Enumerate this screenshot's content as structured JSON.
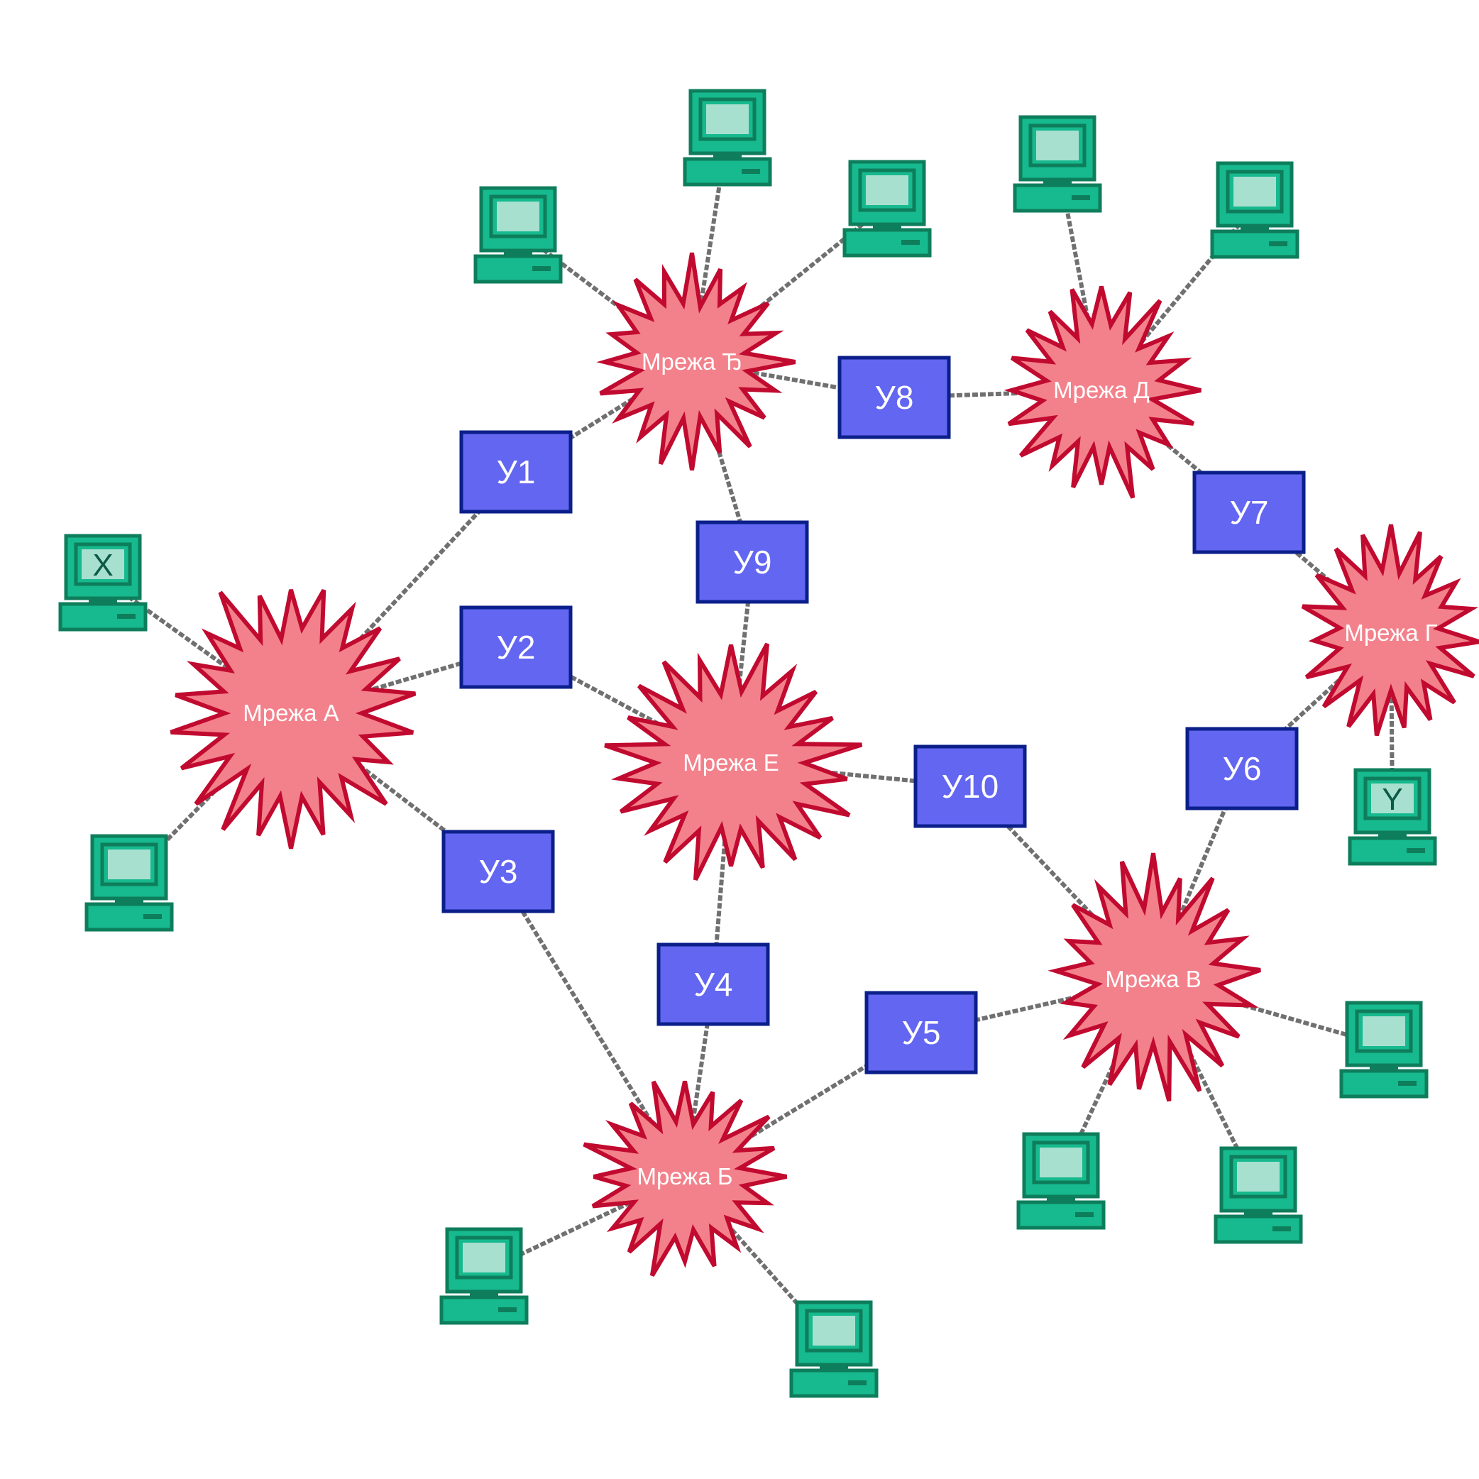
{
  "colors": {
    "network_fill": "#f3818b",
    "network_stroke": "#c10a2f",
    "router_fill": "#6366f1",
    "router_stroke": "#0b1f8a",
    "host_body": "#17b98e",
    "host_dark": "#0e7d5b",
    "host_screen": "#a8e0cf",
    "link": "#707070"
  },
  "networks": [
    {
      "id": "A",
      "label": "Мрежа А"
    },
    {
      "id": "B",
      "label": "Мрежа Б"
    },
    {
      "id": "V",
      "label": "Мрежа В"
    },
    {
      "id": "G",
      "label": "Мрежа Г"
    },
    {
      "id": "D",
      "label": "Мрежа Д"
    },
    {
      "id": "DJ",
      "label": "Мрежа Ђ"
    },
    {
      "id": "E",
      "label": "Мрежа Е"
    }
  ],
  "routers": [
    {
      "id": "U1",
      "label": "У1"
    },
    {
      "id": "U2",
      "label": "У2"
    },
    {
      "id": "U3",
      "label": "У3"
    },
    {
      "id": "U4",
      "label": "У4"
    },
    {
      "id": "U5",
      "label": "У5"
    },
    {
      "id": "U6",
      "label": "У6"
    },
    {
      "id": "U7",
      "label": "У7"
    },
    {
      "id": "U8",
      "label": "У8"
    },
    {
      "id": "U9",
      "label": "У9"
    },
    {
      "id": "U10",
      "label": "У10"
    }
  ],
  "hosts": [
    {
      "id": "hX",
      "label": "X",
      "network": "A"
    },
    {
      "id": "hA2",
      "label": "",
      "network": "A"
    },
    {
      "id": "hDJ1",
      "label": "",
      "network": "DJ"
    },
    {
      "id": "hDJ2",
      "label": "",
      "network": "DJ"
    },
    {
      "id": "hDJ3",
      "label": "",
      "network": "DJ"
    },
    {
      "id": "hD1",
      "label": "",
      "network": "D"
    },
    {
      "id": "hD2",
      "label": "",
      "network": "D"
    },
    {
      "id": "hY",
      "label": "Y",
      "network": "G"
    },
    {
      "id": "hB1",
      "label": "",
      "network": "B"
    },
    {
      "id": "hB2",
      "label": "",
      "network": "B"
    },
    {
      "id": "hV1",
      "label": "",
      "network": "V"
    },
    {
      "id": "hV2",
      "label": "",
      "network": "V"
    },
    {
      "id": "hV3",
      "label": "",
      "network": "V"
    }
  ],
  "links": [
    [
      "A",
      "U1"
    ],
    [
      "A",
      "U2"
    ],
    [
      "A",
      "U3"
    ],
    [
      "U1",
      "DJ"
    ],
    [
      "U2",
      "E"
    ],
    [
      "U3",
      "B"
    ],
    [
      "DJ",
      "U8"
    ],
    [
      "U8",
      "D"
    ],
    [
      "DJ",
      "U9"
    ],
    [
      "U9",
      "E"
    ],
    [
      "D",
      "U7"
    ],
    [
      "U7",
      "G"
    ],
    [
      "G",
      "U6"
    ],
    [
      "U6",
      "V"
    ],
    [
      "E",
      "U10"
    ],
    [
      "U10",
      "V"
    ],
    [
      "E",
      "U4"
    ],
    [
      "U4",
      "B"
    ],
    [
      "B",
      "U5"
    ],
    [
      "U5",
      "V"
    ],
    [
      "hX",
      "A"
    ],
    [
      "hA2",
      "A"
    ],
    [
      "hDJ1",
      "DJ"
    ],
    [
      "hDJ2",
      "DJ"
    ],
    [
      "hDJ3",
      "DJ"
    ],
    [
      "hD1",
      "D"
    ],
    [
      "hD2",
      "D"
    ],
    [
      "hY",
      "G"
    ],
    [
      "hB1",
      "B"
    ],
    [
      "hB2",
      "B"
    ],
    [
      "hV1",
      "V"
    ],
    [
      "hV2",
      "V"
    ],
    [
      "hV3",
      "V"
    ]
  ]
}
